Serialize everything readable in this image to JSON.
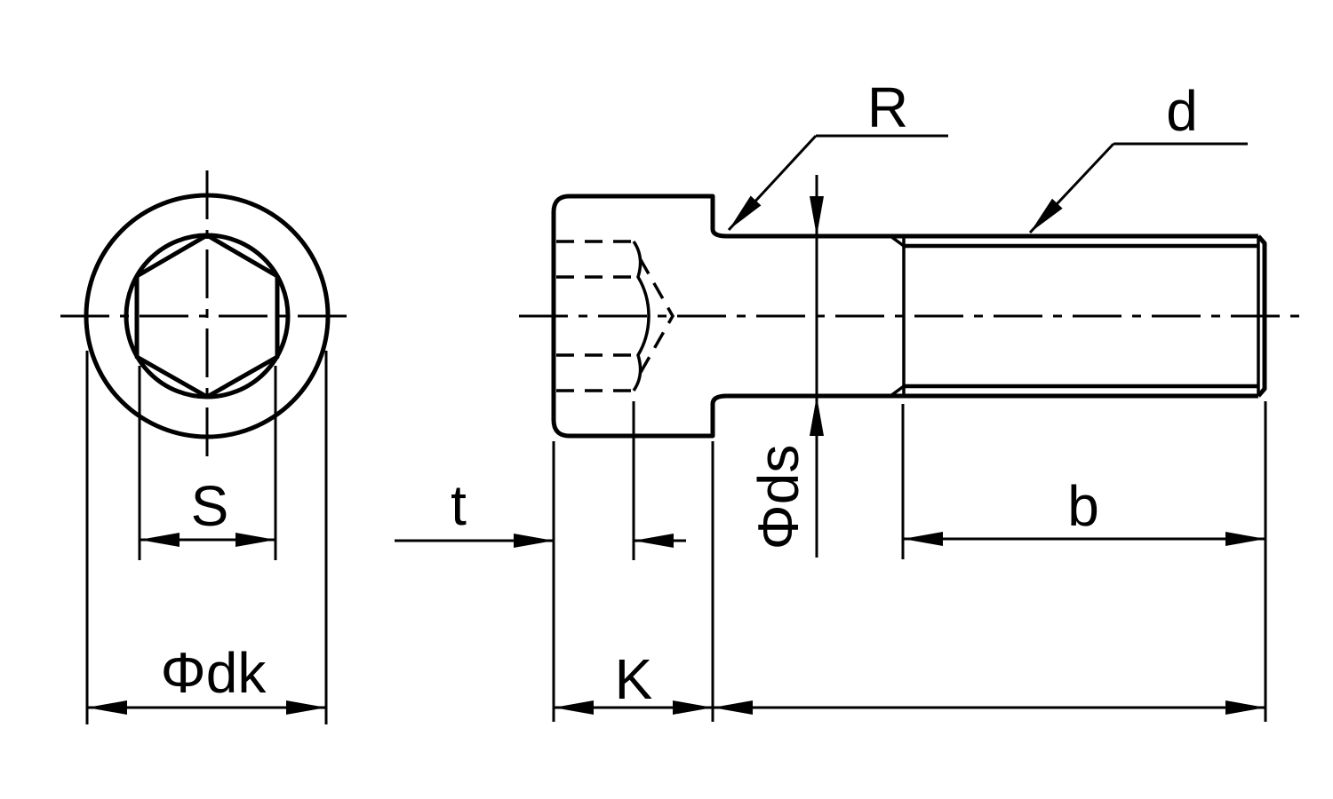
{
  "drawing": {
    "colors": {
      "line": "#000000",
      "background": "#ffffff"
    },
    "dimension_labels": {
      "socket_across_flats": "S",
      "head_diameter": "Φdk",
      "socket_depth": "t",
      "head_height": "K",
      "under_head_fillet": "R",
      "thread_diameter": "d",
      "shank_diameter": "Φds",
      "thread_length": "b"
    }
  }
}
